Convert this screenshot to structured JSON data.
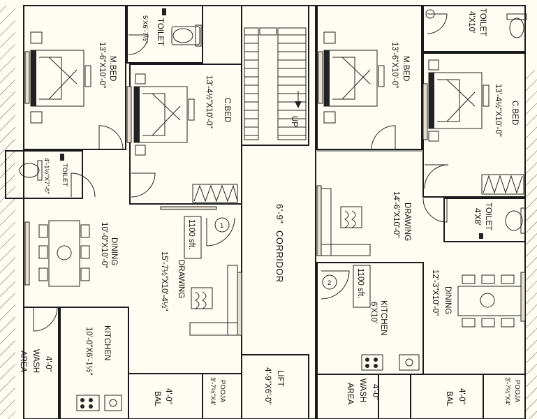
{
  "left_unit": {
    "master_bed": {
      "name": "M.BED",
      "size": "13'-6\"X10'-0\""
    },
    "toilet_top": {
      "name": "TOILET",
      "size": "5'X6'-7½\""
    },
    "child_bed": {
      "name": "C.BED",
      "size": "13'-4½\"X10'-0\""
    },
    "toilet_small": {
      "name": "TOILET",
      "size": "4'-1½\"X7'-6\""
    },
    "dining": {
      "name": "DINING",
      "size": "10'-0\"X10'-0\""
    },
    "drawing": {
      "name": "DRAWING",
      "size": "15'-7½\"X10'-4½\""
    },
    "kitchen": {
      "name": "KITCHEN",
      "size": "10'-0\"X6'-1½\""
    },
    "wash": {
      "name": "WASH",
      "size": "4'-0\"",
      "sub": "AREA"
    },
    "balcony": {
      "name": "BAL",
      "size": "4'-0\""
    },
    "pooja": {
      "name": "POOJA",
      "size": "3'-7½\"X4'"
    },
    "area_tag": "1100 sft.",
    "unit_no": "1"
  },
  "core": {
    "corridor": {
      "name": "CORRIDOR",
      "size": "6'-9\""
    },
    "lift": {
      "name": "LIFT",
      "size": "4'-9\"X6'-0\""
    },
    "stair_label": "UP"
  },
  "right_unit": {
    "master_bed": {
      "name": "M.BED",
      "size": "13'-6\"X10'-0\""
    },
    "toilet_top": {
      "name": "TOILET",
      "size": "4'X10'"
    },
    "child_bed": {
      "name": "C.BED",
      "size": "13'-4½\"X10'-0\""
    },
    "toilet_mid": {
      "name": "TOILET",
      "size": "4'X8'"
    },
    "drawing": {
      "name": "DRAWING",
      "size": "14'-6\"X10'-0\""
    },
    "dining": {
      "name": "DINING",
      "size": "12'-3\"X10'-0\""
    },
    "kitchen": {
      "name": "KITCHEN",
      "size": "6'X10'"
    },
    "wash": {
      "name": "WASH",
      "size": "4'-0\"",
      "sub": "AREA"
    },
    "balcony": {
      "name": "BAL",
      "size": "4'-0\""
    },
    "pooja": {
      "name": "POOJA",
      "size": "3'-7½\"X4'"
    },
    "area_tag": "1100 sft.",
    "unit_no": "2"
  },
  "colors": {
    "wall": "#1a1a1a",
    "background": "#fffdf3",
    "hatch": "#555555"
  }
}
